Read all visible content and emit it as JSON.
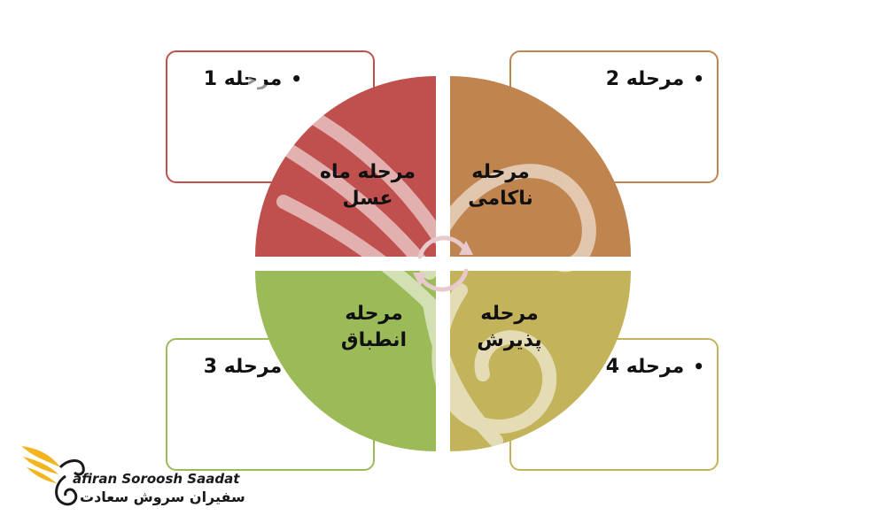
{
  "boxes": [
    {
      "text": "مرحله 1",
      "bullet": "•"
    },
    {
      "text": "مرحله 2",
      "bullet": "•"
    },
    {
      "text": "مرحله 3",
      "bullet": "•"
    },
    {
      "text": "مرحله 4",
      "bullet": "•"
    }
  ],
  "wheel": {
    "quadrants": [
      {
        "line1": "مرحله ماه",
        "line2": "عسل",
        "color": "#c0504d"
      },
      {
        "line1": "مرحله",
        "line2": "ناکامی",
        "color": "#c0844e"
      },
      {
        "line1": "مرحله",
        "line2": "انطباق",
        "color": "#9bbb59"
      },
      {
        "line1": "مرحله",
        "line2": "پذیرش",
        "color": "#c3b35a"
      }
    ],
    "center_icon": "cycle-arrows-icon"
  },
  "logo": {
    "latin": "afiran Soroosh Saadat",
    "persian": "سفیران سروش سعادت",
    "icon": "bird-wing-logo-icon",
    "accent": "#f2b51f"
  },
  "watermark": {
    "icon": "bird-watermark-icon"
  }
}
